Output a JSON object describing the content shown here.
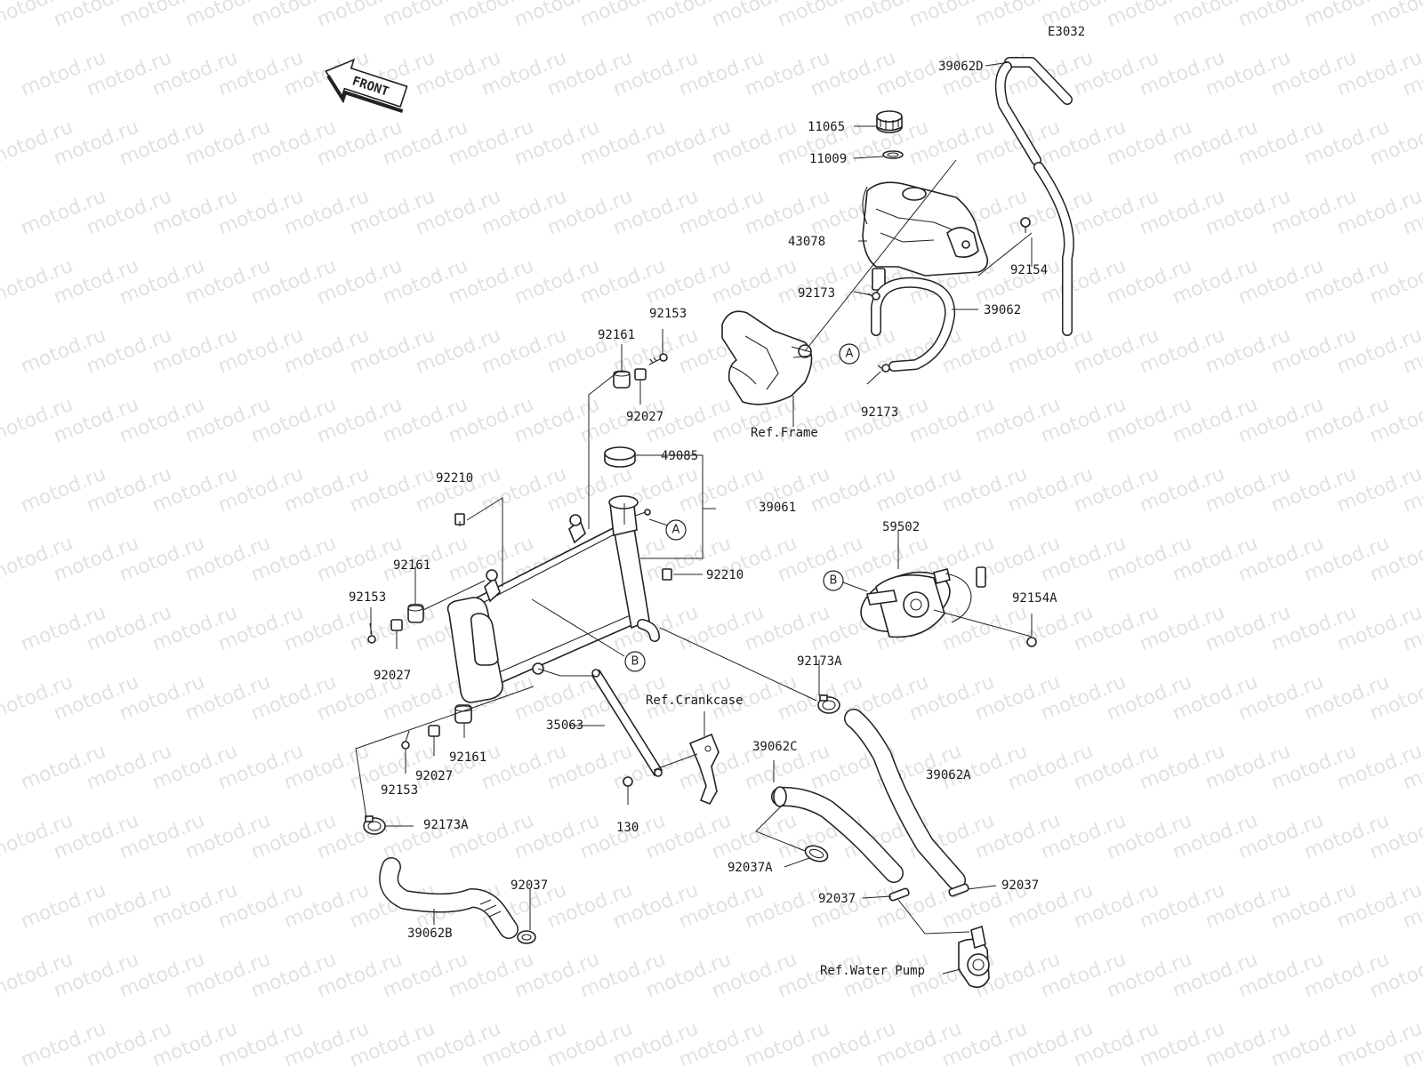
{
  "diagram_code": "E3032",
  "watermark": "motod.ru",
  "front_label": "FRONT",
  "circle_markers": {
    "a": "A",
    "b": "B"
  },
  "refs": {
    "frame": "Ref.Frame",
    "crankcase": "Ref.Crankcase",
    "water_pump": "Ref.Water Pump"
  },
  "labels": {
    "p39062D": "39062D",
    "p11065": "11065",
    "p11009": "11009",
    "p43078": "43078",
    "p92154": "92154",
    "p92173_top": "92173",
    "p39062": "39062",
    "p92173_mid": "92173",
    "p92153_top": "92153",
    "p92161_top": "92161",
    "p92027_top": "92027",
    "p49085": "49085",
    "p39061": "39061",
    "p92210_top": "92210",
    "p92210_right": "92210",
    "p92161_left": "92161",
    "p92153_left": "92153",
    "p92027_left": "92027",
    "p59502": "59502",
    "p92154A": "92154A",
    "p92173A_right": "92173A",
    "p35063": "35063",
    "p92161_bot": "92161",
    "p92027_bot": "92027",
    "p92153_bot": "92153",
    "p130": "130",
    "p39062C": "39062C",
    "p39062A": "39062A",
    "p92173A_left": "92173A",
    "p92037A": "92037A",
    "p92037_mid": "92037",
    "p92037_right": "92037",
    "p92037_bot": "92037",
    "p39062B": "39062B"
  }
}
